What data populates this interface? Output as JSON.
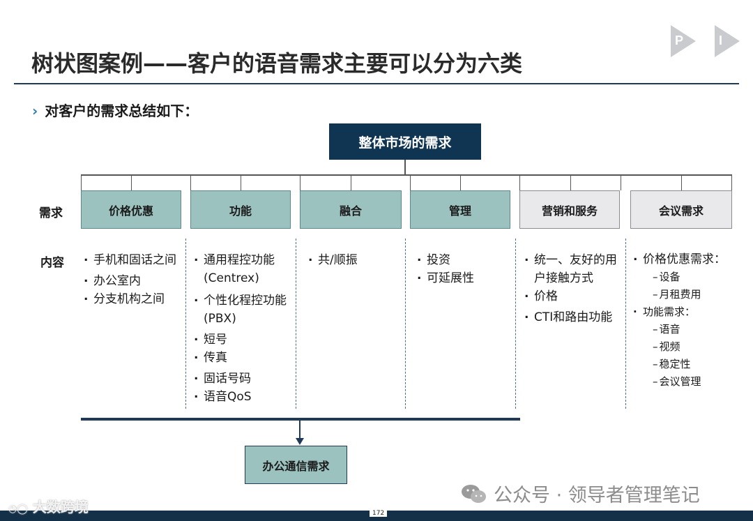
{
  "title": "树状图案例——客户的语音需求主要可以分为六类",
  "pi_badges": [
    "P",
    "I"
  ],
  "subtitle": "对客户的需求总结如下：",
  "root": "整体市场的需求",
  "row_labels": {
    "needs": "需求",
    "content": "内容"
  },
  "categories": [
    {
      "label": "价格优惠",
      "style": "teal",
      "items": [
        "手机和固话之间",
        "办公室内",
        "分支机构之间"
      ]
    },
    {
      "label": "功能",
      "style": "teal",
      "items": [
        "通用程控功能 (Centrex)",
        "个性化程控功能 (PBX)",
        "短号",
        "传真",
        "固话号码",
        "语音QoS"
      ]
    },
    {
      "label": "融合",
      "style": "teal",
      "items": [
        "共/顺振"
      ]
    },
    {
      "label": "管理",
      "style": "teal",
      "items": [
        "投资",
        "可延展性"
      ]
    },
    {
      "label": "营销和服务",
      "style": "gray",
      "items": [
        "统一、友好的用户接触方式",
        "价格",
        "CTI和路由功能"
      ]
    },
    {
      "label": "会议需求",
      "style": "gray",
      "items": [
        "价格优惠需求：",
        "设备",
        "月租费用",
        "功能需求：",
        "语音",
        "视频",
        "稳定性",
        "会议管理"
      ]
    }
  ],
  "result": "办公通信需求",
  "page_number": "172",
  "watermark_left": "大数跨境",
  "watermark_right": "公众号 · 领导者管理笔记",
  "colors": {
    "navy": "#0f3553",
    "teal": "#9cc2c0",
    "gray": "#e9e9ec",
    "accent": "#2f7fb0"
  }
}
